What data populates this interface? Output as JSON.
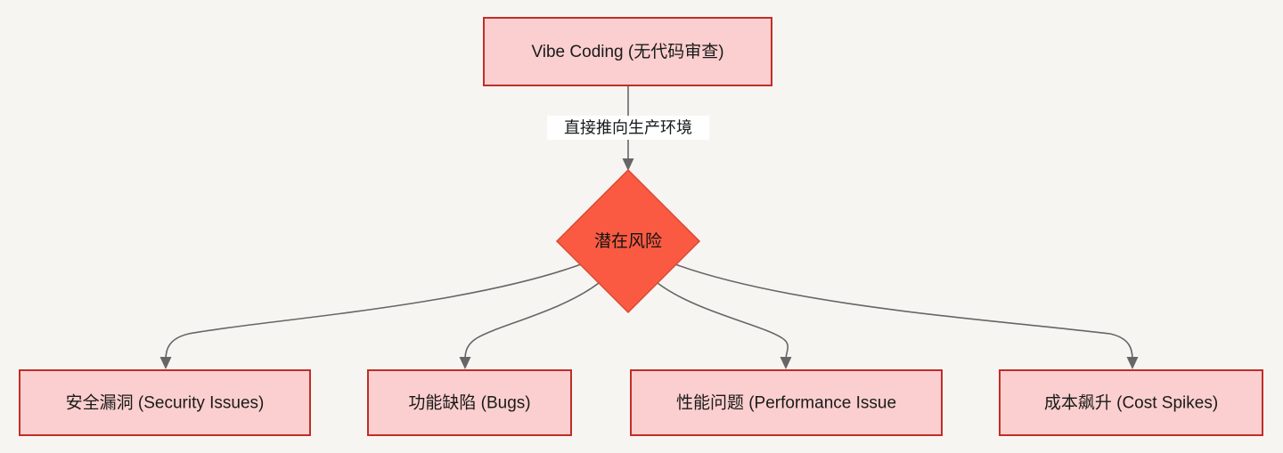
{
  "diagram": {
    "type": "flowchart",
    "direction": "top-down",
    "background_color": "#f7f5f2",
    "node_fill": "#fbcfcf",
    "node_border": "#bf2e28",
    "decision_fill": "#fa5a42",
    "edge_color": "#666666",
    "nodes": {
      "root": {
        "label": "Vibe Coding (无代码审查)",
        "shape": "rectangle"
      },
      "risk": {
        "label": "潜在风险",
        "shape": "diamond"
      },
      "outcomes": [
        {
          "label": "安全漏洞 (Security Issues)",
          "shape": "rectangle"
        },
        {
          "label": "功能缺陷 (Bugs)",
          "shape": "rectangle"
        },
        {
          "label": "性能问题 (Performance Issue",
          "shape": "rectangle"
        },
        {
          "label": "成本飙升 (Cost Spikes)",
          "shape": "rectangle"
        }
      ]
    },
    "edges": [
      {
        "from": "root",
        "to": "risk",
        "label": "直接推向生产环境"
      },
      {
        "from": "risk",
        "to": "outcome-0",
        "label": ""
      },
      {
        "from": "risk",
        "to": "outcome-1",
        "label": ""
      },
      {
        "from": "risk",
        "to": "outcome-2",
        "label": ""
      },
      {
        "from": "risk",
        "to": "outcome-3",
        "label": ""
      }
    ]
  }
}
